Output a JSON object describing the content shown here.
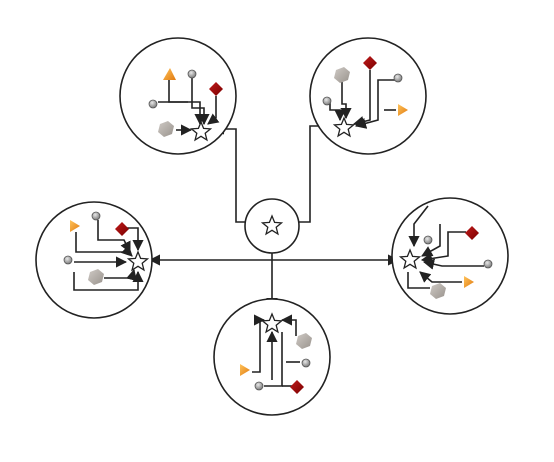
{
  "diagram": {
    "node_types": [
      "star",
      "triangle",
      "small-circle",
      "diamond",
      "hexagon"
    ],
    "colors": {
      "line": "#222222",
      "triangle": "#f39c2b",
      "diamond": "#a50d0d",
      "hexagon": "#b5b0ab",
      "small_circle": "#8c8c8c",
      "background": "#ffffff"
    },
    "clusters": [
      "center",
      "top-left",
      "top-right",
      "left",
      "right",
      "bottom"
    ]
  }
}
